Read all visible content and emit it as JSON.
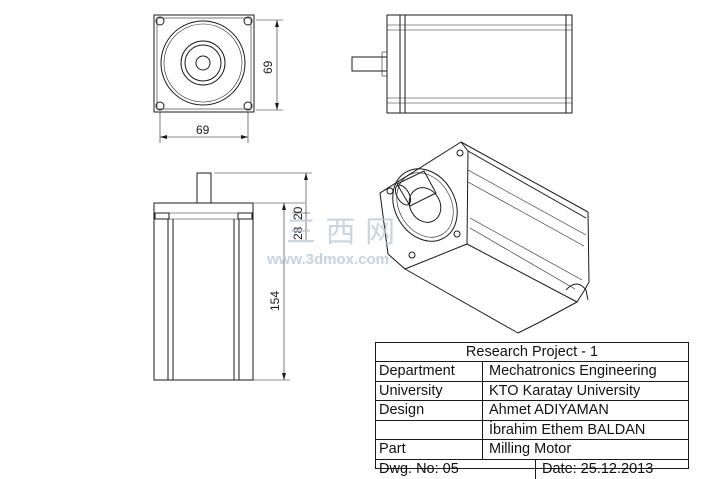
{
  "dimensions": {
    "front_width": "69",
    "front_height": "69",
    "length": "154",
    "shaft_length": "28",
    "shaft_step": "20"
  },
  "watermark": {
    "chars": "三 西 网",
    "url": "www.3dmox.com"
  },
  "title_block": {
    "title": "Research Project - 1",
    "rows": [
      {
        "label": "Department",
        "value": "Mechatronics Engineering"
      },
      {
        "label": "University",
        "value": "KTO Karatay University"
      },
      {
        "label": "Design",
        "value": "Ahmet ADIYAMAN"
      },
      {
        "label": "",
        "value": "İbrahim Ethem BALDAN"
      },
      {
        "label": "Part",
        "value": "Milling Motor"
      }
    ],
    "dwg_no": "Dwg. No: 05",
    "date": "Date: 25.12.2013"
  }
}
